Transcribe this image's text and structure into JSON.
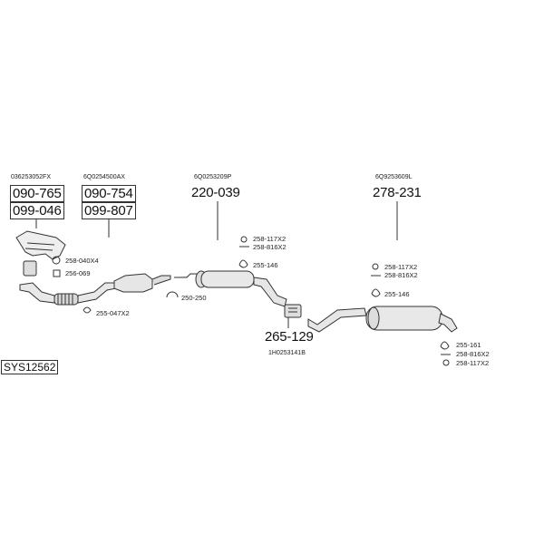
{
  "diagram_id": "SYS12562",
  "sections": [
    {
      "oem": "036253052FX",
      "parts": [
        "090-765",
        "099-046"
      ],
      "accessories": [
        "258-040X4",
        "256-069",
        "255-047X2"
      ]
    },
    {
      "oem": "6Q0254500AX",
      "parts": [
        "090-754",
        "099-807"
      ],
      "accessories": [
        "250-250"
      ]
    },
    {
      "oem": "6Q0253209P",
      "parts": [
        "220-039"
      ],
      "accessories": [
        "258-117X2",
        "258-816X2",
        "255-146"
      ]
    },
    {
      "oem": "1H0253141B",
      "parts": [
        "265-129"
      ],
      "accessories": []
    },
    {
      "oem": "6Q9253609L",
      "parts": [
        "278-231"
      ],
      "accessories": [
        "258-117X2",
        "258-816X2",
        "255-146",
        "255-161",
        "258-816X2",
        "258-117X2"
      ]
    }
  ]
}
